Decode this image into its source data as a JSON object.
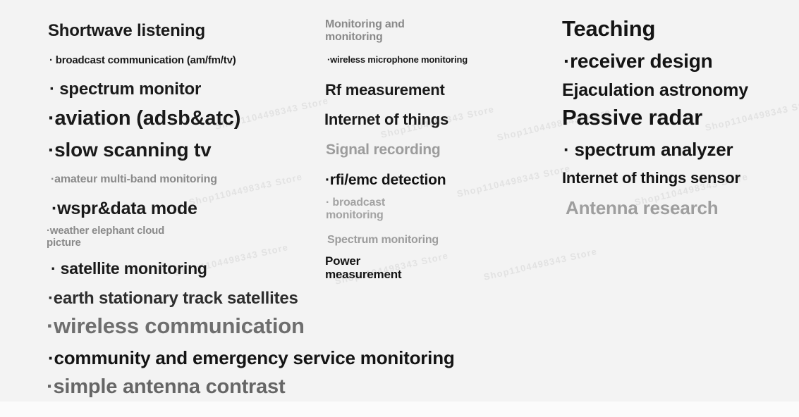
{
  "page": {
    "background_color": "#f3f3f3",
    "text_color_primary": "#1a1a1a",
    "text_color_muted": "#8a8a8a",
    "text_color_light": "#a3a3a3",
    "watermark_text": "Shop1104498343 Store"
  },
  "columns": {
    "left": {
      "items": [
        "Shortwave listening",
        "· broadcast communication (am/fm/tv)",
        "· spectrum monitor",
        "·aviation (adsb&atc)",
        "·slow scanning tv",
        "·amateur multi-band monitoring",
        "·wspr&data mode",
        "·weather elephant cloud\npicture",
        "· satellite monitoring",
        "·earth stationary track satellites",
        "·wireless communication",
        "·community and emergency service monitoring",
        "·simple antenna contrast"
      ]
    },
    "middle": {
      "items": [
        "Monitoring and\nmonitoring",
        "·wireless microphone monitoring",
        "Rf measurement",
        "Internet of things",
        "Signal recording",
        "·rfi/emc detection",
        "· broadcast\nmonitoring",
        "Spectrum monitoring",
        "Power\nmeasurement"
      ]
    },
    "right": {
      "items": [
        "Teaching",
        "·receiver design",
        "Ejaculation astronomy",
        "Passive radar",
        "· spectrum analyzer",
        "Internet of things sensor",
        "Antenna research"
      ]
    }
  }
}
